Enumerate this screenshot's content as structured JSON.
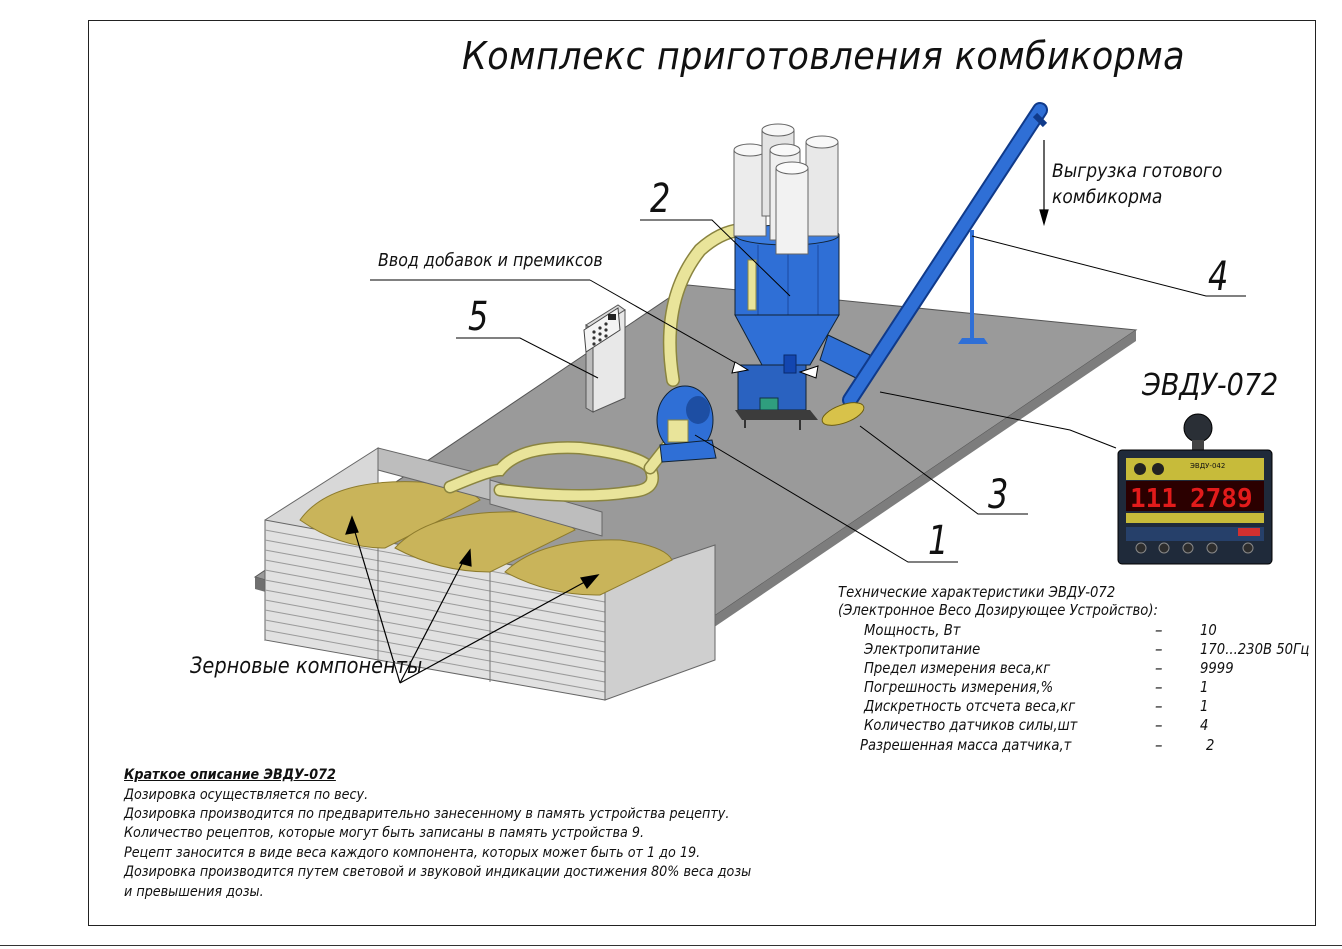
{
  "title": "Комплекс приготовления комбикорма",
  "labels": {
    "unload_line1": "Выгрузка готового",
    "unload_line2": "комбикорма",
    "additives": "Ввод добавок и премиксов",
    "grain_components": "Зерновые компоненты",
    "device_name": "ЭВДУ-072"
  },
  "callouts": [
    "1",
    "2",
    "3",
    "4",
    "5"
  ],
  "panel": {
    "display_left": "111",
    "display_right": "2789",
    "brand": "ЭВДУ-042"
  },
  "specs": {
    "heading1": "Технические характеристики ЭВДУ-072",
    "heading2": "(Электронное Весо Дозирующее Устройство):",
    "rows": [
      {
        "label": "Мощность, Вт",
        "dash": "–",
        "value": "10"
      },
      {
        "label": "Электропитание",
        "dash": "–",
        "value": "170...230В 50Гц"
      },
      {
        "label": "Предел измерения веса,кг",
        "dash": "–",
        "value": "9999"
      },
      {
        "label": "Погрешность измерения,%",
        "dash": "–",
        "value": "1"
      },
      {
        "label": "Дискретность отсчета веса,кг",
        "dash": "–",
        "value": "1"
      },
      {
        "label": "Количество датчиков силы,шт",
        "dash": "–",
        "value": "4"
      },
      {
        "label": "Разрешенная масса датчика,т",
        "dash": "–",
        "value": "2"
      }
    ]
  },
  "description": {
    "title": "Краткое описание ЭВДУ-072",
    "lines": [
      "Дозировка осуществляется по весу.",
      "Дозировка производится по предварительно занесенному в память устройства рецепту.",
      "Количество рецептов, которые могут быть записаны в память устройства 9.",
      "Рецепт заносится в виде веса каждого компонента, которых может быть от 1 до 19.",
      "Дозировка производится путем световой и звуковой индикации достижения 80% веса дозы",
      "и превышения дозы."
    ]
  },
  "colors": {
    "floor": "#9a9a9a",
    "machine_blue": "#2f6fd6",
    "grain": "#c9b45a",
    "hose": "#e9e49a",
    "silo": "#ececec",
    "panel_body": "#1f2a3a",
    "led_red": "#e21b1b"
  }
}
